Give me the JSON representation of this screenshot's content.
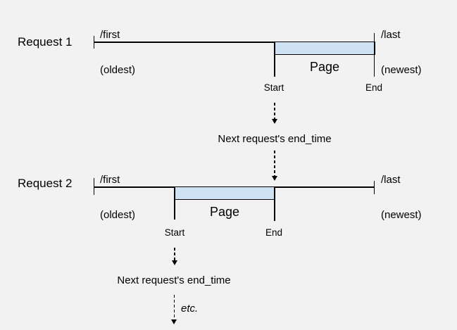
{
  "colors": {
    "background": "#f2f2f2",
    "page_fill": "#cfe2f3",
    "line": "#000000"
  },
  "requests": [
    {
      "label": "Request 1",
      "axis_left_top": "/first",
      "axis_left_bottom": "(oldest)",
      "axis_right_top": "/last",
      "axis_right_bottom": "(newest)",
      "page": "Page",
      "start": "Start",
      "end": "End"
    },
    {
      "label": "Request 2",
      "axis_left_top": "/first",
      "axis_left_bottom": "(oldest)",
      "axis_right_top": "/last",
      "axis_right_bottom": "(newest)",
      "page": "Page",
      "start": "Start",
      "end": "End"
    }
  ],
  "connectors": {
    "between_1_2_label": "Next request's end_time",
    "after_2_label": "Next request's end_time",
    "etc": "etc."
  }
}
